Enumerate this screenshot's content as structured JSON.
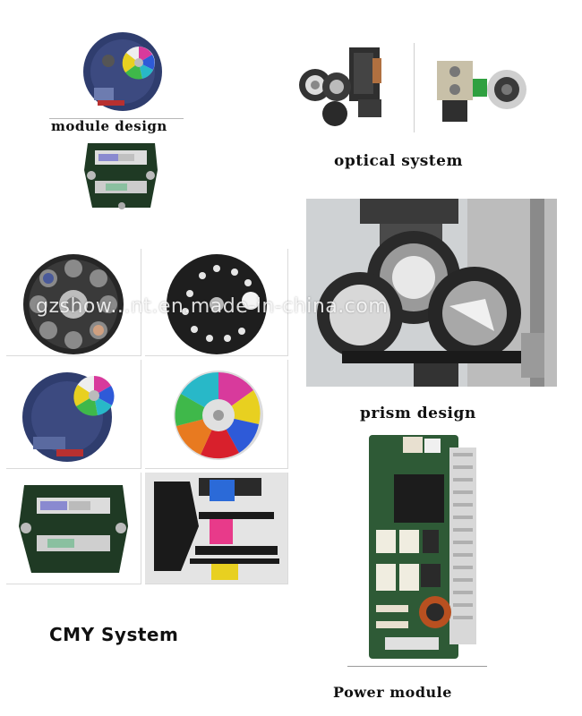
{
  "captions": {
    "module_design": "module design",
    "optical_system": "optical system",
    "prism_design": "prism design",
    "cmy_system": "CMY  System",
    "power_module": "Power module"
  },
  "watermark": "gzshow...nt.en.made-in-china.com",
  "colors": {
    "background": "#ffffff",
    "pcb_green": "#1f4a2c",
    "metal_dark": "#2b2b2b",
    "color_wheel": [
      "#d83a9c",
      "#2e5ad8",
      "#28b8c8",
      "#3fb84a",
      "#e8d020",
      "#e87a20",
      "#d8202c"
    ]
  }
}
